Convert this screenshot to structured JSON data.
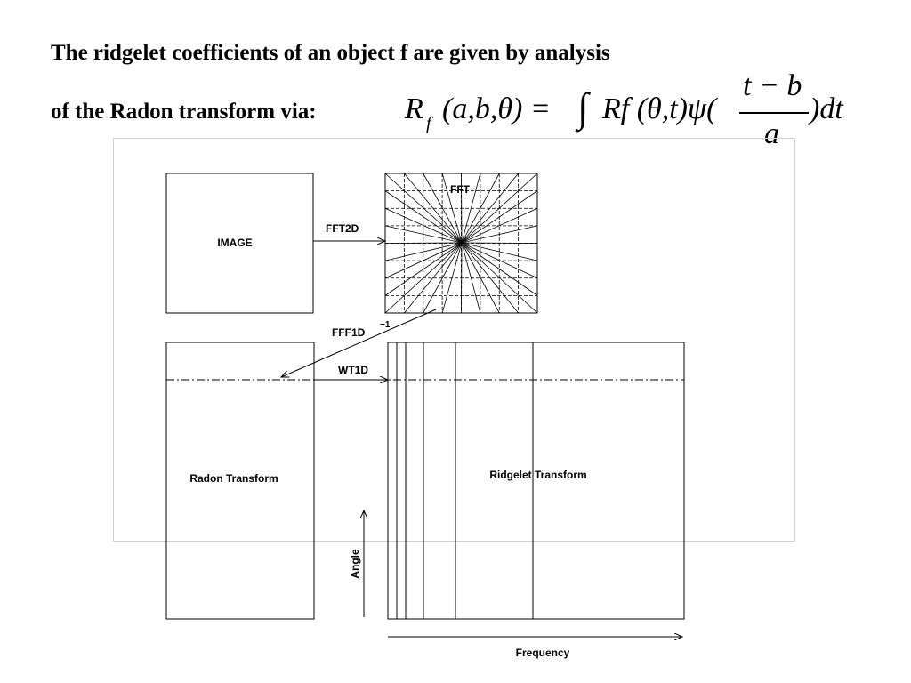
{
  "header": {
    "line1": "The ridgelet coefficients of an object f are given by analysis",
    "line2": "of the Radon transform via:"
  },
  "formula": {
    "lhs_symbol": "R",
    "lhs_subscript": "f",
    "lhs_args": "(a,b,θ) =",
    "integral": "∫",
    "rhs_body": "Rf (θ,t)ψ(",
    "fraction_numerator": "t − b",
    "fraction_denominator": "a",
    "rhs_tail": ")dt"
  },
  "diagram": {
    "image_label": "IMAGE",
    "fft_label": "FFT",
    "fft2d_label": "FFT2D",
    "ifft_label": "FFF1D",
    "ifft_superscript": "−1",
    "wt1d_label": "WT1D",
    "radon_label": "Radon Transform",
    "ridgelet_label": "Ridgelet Transform",
    "angle_axis_label": "Angle",
    "frequency_axis_label": "Frequency"
  }
}
